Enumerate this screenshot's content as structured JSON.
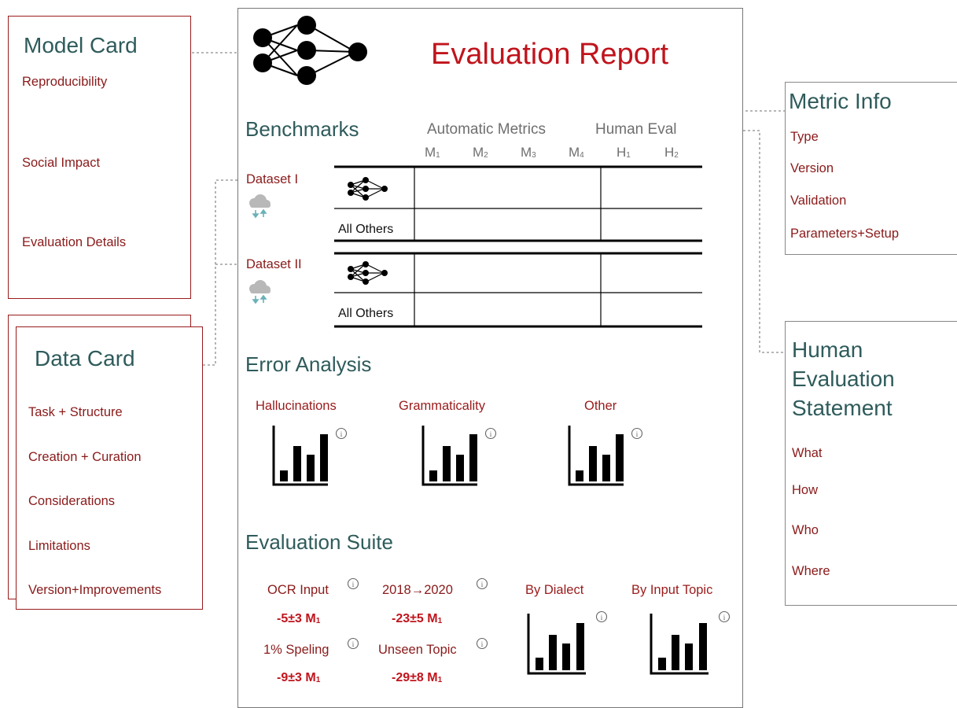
{
  "model_card": {
    "title": "Model Card",
    "items": [
      "Reproducibility",
      "Social Impact",
      "Evaluation Details"
    ]
  },
  "data_card": {
    "title": "Data Card",
    "items": [
      "Task + Structure",
      "Creation + Curation",
      "Considerations",
      "Limitations",
      "Version+Improvements"
    ]
  },
  "metric_info": {
    "title": "Metric Info",
    "items": [
      "Type",
      "Version",
      "Validation",
      "Parameters+Setup"
    ]
  },
  "human_eval_statement": {
    "title_lines": [
      "Human",
      "Evaluation",
      "Statement"
    ],
    "items": [
      "What",
      "How",
      "Who",
      "Where"
    ]
  },
  "report": {
    "title": "Evaluation Report",
    "benchmarks": {
      "heading": "Benchmarks",
      "automatic_label": "Automatic Metrics",
      "human_label": "Human Eval",
      "columns": [
        {
          "base": "M",
          "sub": "1"
        },
        {
          "base": "M",
          "sub": "2"
        },
        {
          "base": "M",
          "sub": "3"
        },
        {
          "base": "M",
          "sub": "4"
        },
        {
          "base": "H",
          "sub": "1"
        },
        {
          "base": "H",
          "sub": "2"
        }
      ],
      "datasets": [
        {
          "name": "Dataset I",
          "other_row": "All Others"
        },
        {
          "name": "Dataset II",
          "other_row": "All Others"
        }
      ]
    },
    "error_analysis": {
      "heading": "Error Analysis",
      "charts": [
        "Hallucinations",
        "Grammaticality",
        "Other"
      ]
    },
    "evaluation_suite": {
      "heading": "Evaluation Suite",
      "metrics": [
        {
          "label": "OCR Input",
          "value": "-5±3 M",
          "sub": "1"
        },
        {
          "label": "2018→2020",
          "value": "-23±5 M",
          "sub": "1"
        },
        {
          "label": "1% Speling",
          "value": "-9±3 M",
          "sub": "1"
        },
        {
          "label": "Unseen Topic",
          "value": "-29±8 M",
          "sub": "1"
        }
      ],
      "charts": [
        "By Dialect",
        "By Input Topic"
      ]
    }
  },
  "icons": {
    "info": "info-icon",
    "network": "neural-network-icon",
    "cloud": "cloud-sync-icon",
    "chart": "bar-chart-icon"
  },
  "colors": {
    "teal": "#2f5b5b",
    "dark_red": "#8a1a1a",
    "bright_red": "#c0141c",
    "grey": "#6f6f6f"
  }
}
